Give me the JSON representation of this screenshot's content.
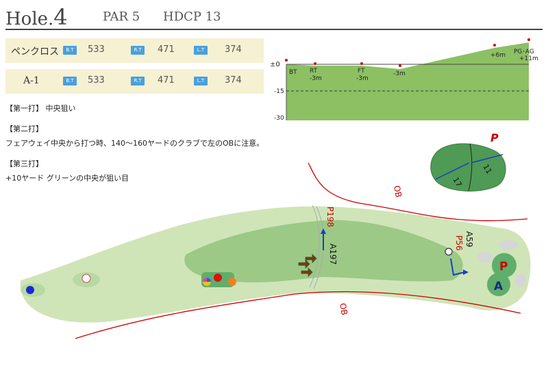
{
  "header": {
    "hole_label": "Hole.",
    "hole_number": "4",
    "par": "PAR 5",
    "hdcp": "HDCP 13"
  },
  "tees": [
    {
      "name": "ペンクロス",
      "badges": [
        "B.T",
        "R.T",
        "L.T"
      ],
      "yards": [
        "533",
        "471",
        "374"
      ]
    },
    {
      "name": "A-1",
      "badges": [
        "B.T",
        "R.T",
        "L.T"
      ],
      "yards": [
        "533",
        "471",
        "374"
      ]
    }
  ],
  "notes": {
    "shot1_title": "【第一打】 中央狙い",
    "shot2_title": "【第二打】",
    "shot2_text": "フェアウェイ中央から打つ時、140〜160ヤードのクラブで左のOBに注意。",
    "shot3_title": "【第三打】",
    "shot3_text": "+10ヤード グリーンの中央が狙い目"
  },
  "elevation": {
    "y_labels": [
      "±0",
      "-15",
      "-30"
    ],
    "points": [
      {
        "label": "BT",
        "sub": ""
      },
      {
        "label": "RT",
        "sub": "-3m"
      },
      {
        "label": "FT",
        "sub": "-3m"
      },
      {
        "label": "",
        "sub": "-3m"
      },
      {
        "label": "",
        "sub": "+6m"
      },
      {
        "label": "PG･AG",
        "sub": "+11m"
      }
    ]
  },
  "green_detail": {
    "pin_label": "P",
    "width": "11",
    "depth": "17"
  },
  "map": {
    "ob_label": "OB",
    "p198": "P198",
    "a197": "A197",
    "a59": "A59",
    "p56": "P56",
    "green_p": "P",
    "green_a": "A"
  },
  "colors": {
    "accent_red": "#cc0000",
    "profile_green": "#8cc063",
    "fairway": "#9cc986",
    "rough": "#cfe5b8",
    "arrow_blue": "#1a3cc8",
    "badge_blue": "#4aa0dc"
  }
}
